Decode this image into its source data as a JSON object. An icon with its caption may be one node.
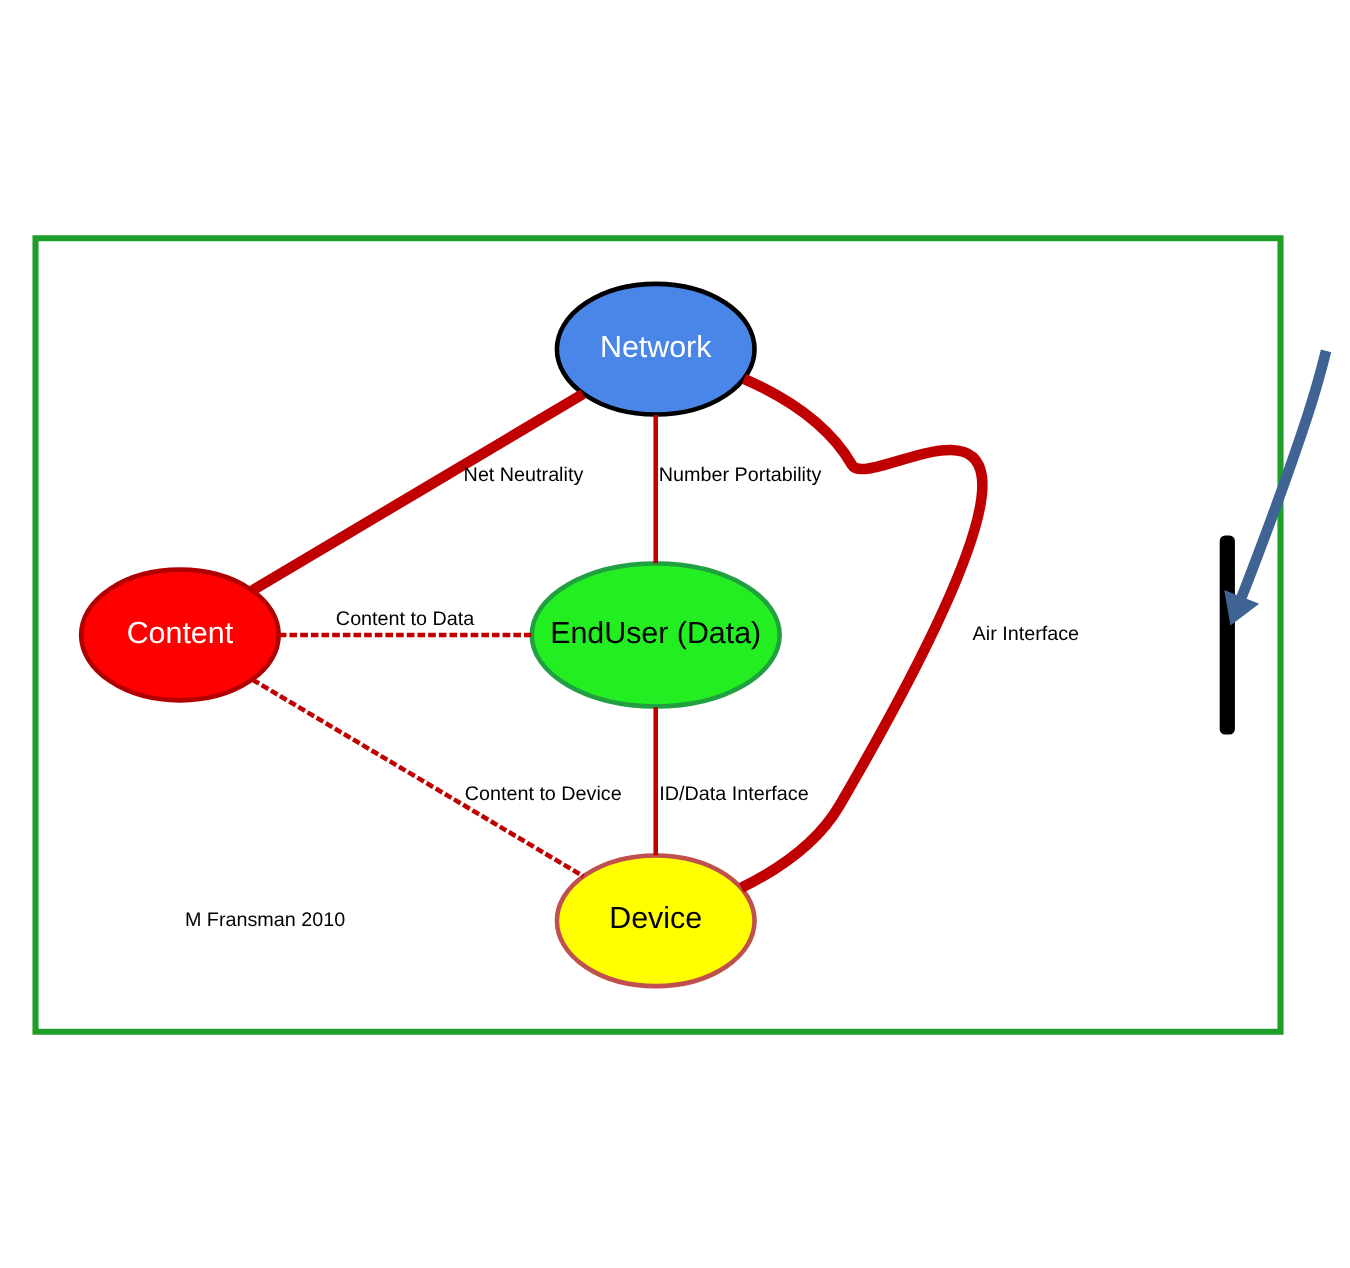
{
  "diagram": {
    "nodes": [
      {
        "text": [],
        "shape": "box"
      },
      {
        "text": [
          "Network"
        ],
        "in": 0
      },
      {
        "text": [
          "Content"
        ],
        "in": 0
      },
      {
        "text": [
          "EndUser (Data)"
        ],
        "in": 0
      },
      {
        "text": [
          "Device"
        ],
        "in": 0
      },
      {
        "text": [],
        "shape": "arc",
        "in": 0
      }
    ],
    "edges": [
      {
        "from": 1,
        "to": 2,
        "arrow": "none",
        "label": "Net Neutrality",
        "style": "thick"
      },
      {
        "from": 1,
        "to": 3,
        "arrow": "none",
        "label": "Number Portability"
      },
      {
        "from": 1,
        "to": 4,
        "arrow": "none",
        "label": "Air Interface",
        "style": "thick"
      },
      {
        "from": 2,
        "to": 3,
        "arrow": "none",
        "label": "Content to Data",
        "style": "dashed"
      },
      {
        "from": 2,
        "to": 4,
        "arrow": "none",
        "label": "Content to Device",
        "style": "dashed"
      },
      {
        "from": 4,
        "to": 3,
        "arrow": "none",
        "label": "ID/Data Interface"
      },
      {
        "from": null,
        "to": 5,
        "arrow": "to",
        "style": "thick",
        "color": "#3f6494"
      }
    ],
    "labels": [
      "M Fransman 2010"
    ]
  }
}
